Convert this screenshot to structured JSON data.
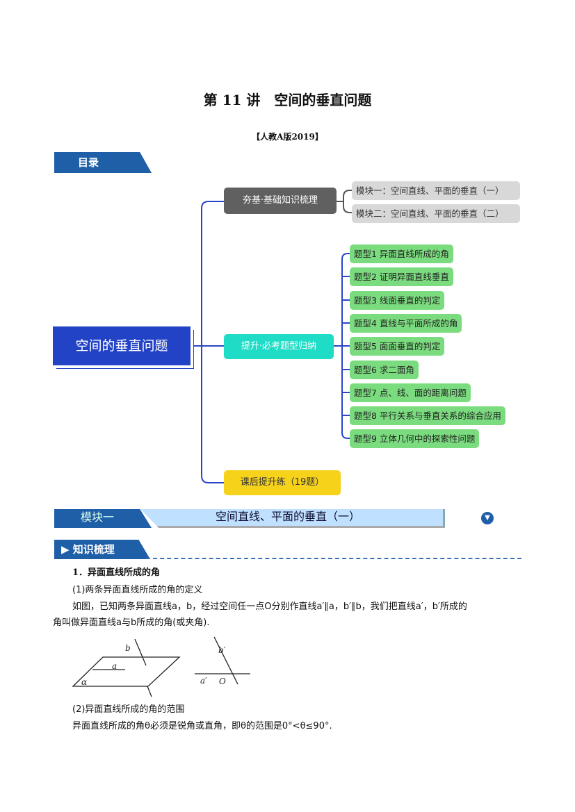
{
  "title": "第 11 讲　空间的垂直问题",
  "edition": "【人教A版2019】",
  "toc_label": "目录",
  "mindmap": {
    "center": "空间的垂直问题",
    "branches": [
      {
        "label": "夯基·基础知识梳理",
        "children": [
          "模块一：空间直线、平面的垂直（一）",
          "模块二：空间直线、平面的垂直（二）"
        ]
      },
      {
        "label": "提升·必考题型归纳",
        "children": [
          "题型1 异面直线所成的角",
          "题型2 证明异面直线垂直",
          "题型3 线面垂直的判定",
          "题型4 直线与平面所成的角",
          "题型5 面面垂直的判定",
          "题型6 求二面角",
          "题型7 点、线、面的距离问题",
          "题型8 平行关系与垂直关系的综合应用",
          "题型9 立体几何中的探索性问题"
        ]
      },
      {
        "label": "课后提升练（19题）",
        "children": []
      }
    ]
  },
  "module": {
    "tag": "模块一",
    "title": "空间直线、平面的垂直（一）",
    "icon": "triangle-down-icon"
  },
  "section": "▶ 知识梳理",
  "content": {
    "h1": "1．异面直线所成的角",
    "p1": "(1)两条异面直线所成的角的定义",
    "p2": "如图，已知两条异面直线a，b，经过空间任一点O分别作直线a′∥a，b′∥b，我们把直线a′，b′所成的",
    "p3": "角叫做异面直线a与b所成的角(或夹角).",
    "fig": {
      "b": "b",
      "a": "a",
      "alpha": "α",
      "b2": "b′",
      "a2": "a′",
      "O": "O"
    },
    "p4": "(2)异面直线所成的角的范围",
    "p5": "异面直线所成的角θ必须是锐角或直角，即θ的范围是0°<θ≤90°."
  }
}
